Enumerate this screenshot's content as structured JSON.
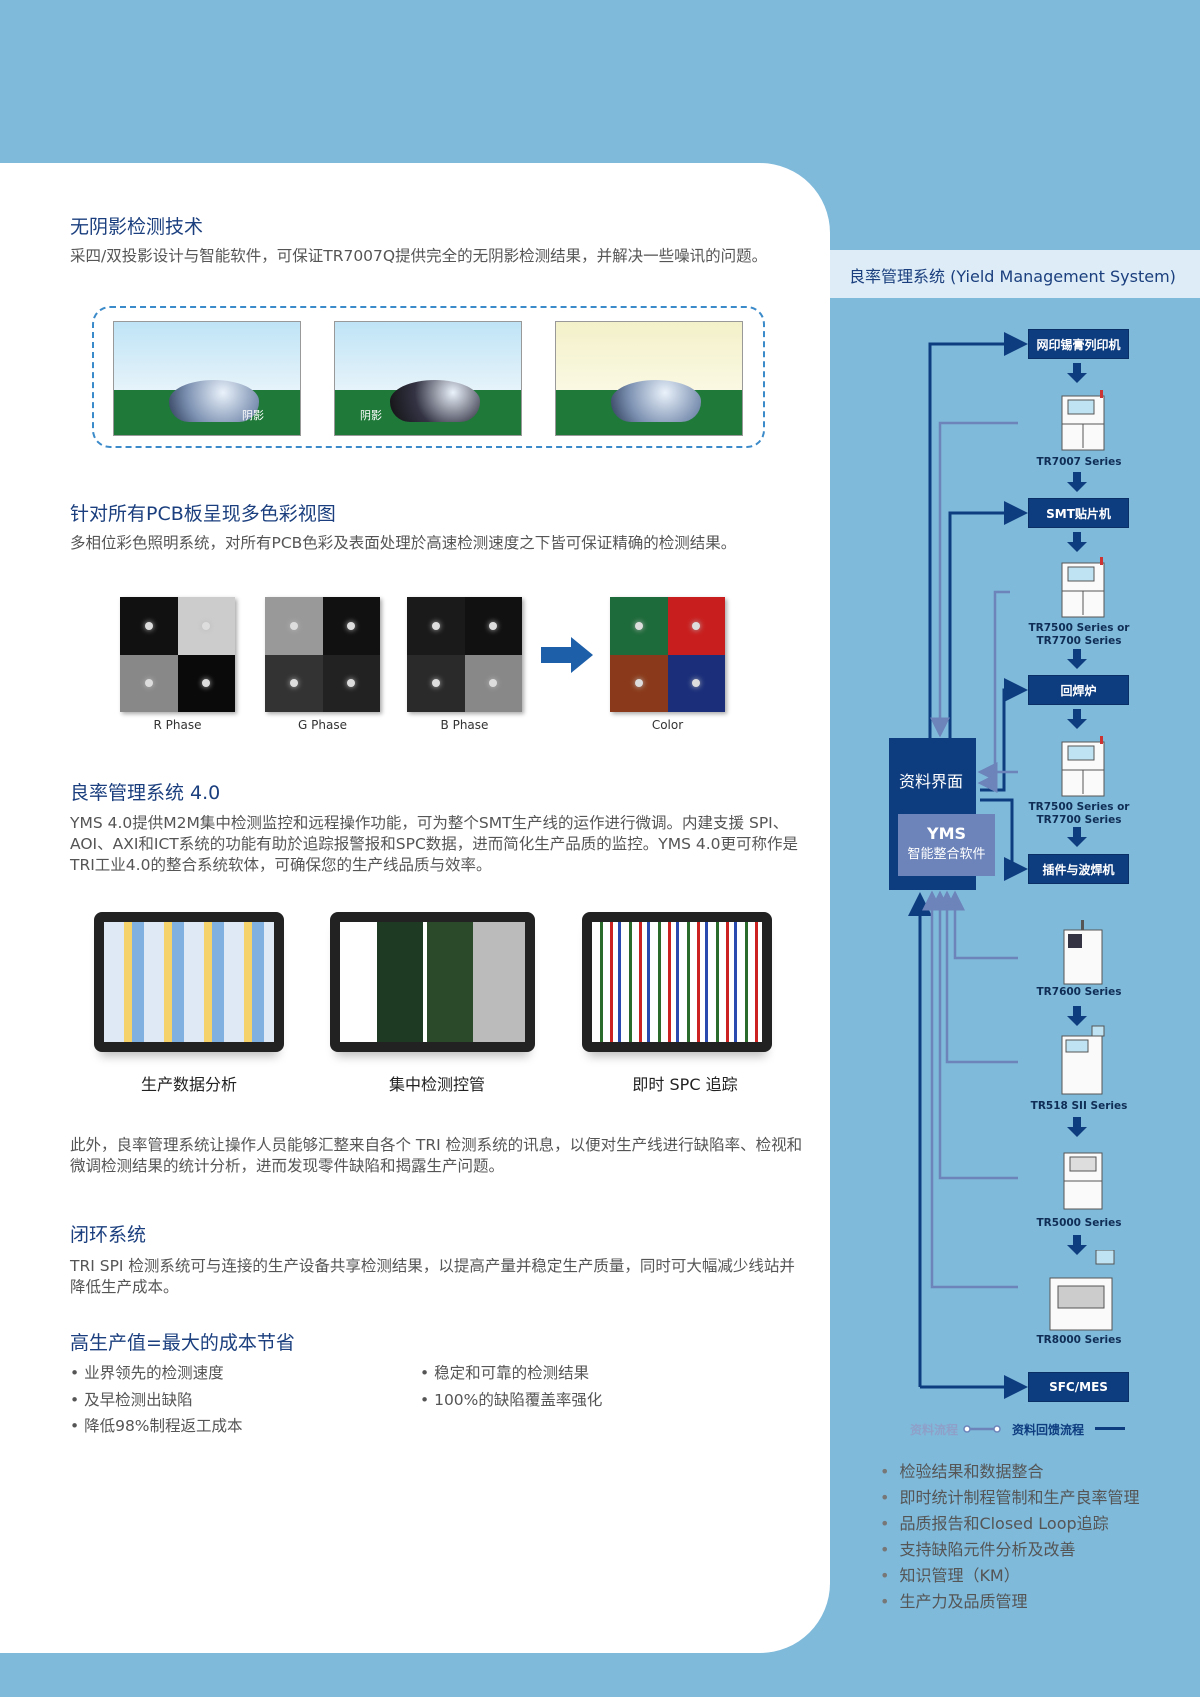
{
  "s1": {
    "title": "无阴影检测技术",
    "body": "采四/双投影设计与智能软件，可保证TR7007Q提供完全的无阴影检测结果，并解决一些噪讯的问题。",
    "shadow_label": "阴影"
  },
  "s2": {
    "title": "针对所有PCB板呈现多色彩视图",
    "body": "多相位彩色照明系统，对所有PCB色彩及表面处理於高速检测速度之下皆可保证精确的检测结果。",
    "phases": [
      "R Phase",
      "G Phase",
      "B Phase",
      "Color"
    ]
  },
  "s3": {
    "title": "良率管理系统 4.0",
    "body": "YMS 4.0提供M2M集中检测监控和远程操作功能，可为整个SMT生产线的运作进行微调。内建支援 SPI、AOI、AXI和ICT系统的功能有助於追踪报警报和SPC数据，进而简化生产品质的监控。YMS 4.0更可称作是TRI工业4.0的整合系统软体，可确保您的生产线品质与效率。",
    "screens": [
      "生产数据分析",
      "集中检测控管",
      "即时 SPC 追踪"
    ],
    "body2": "此外，良率管理系统让操作人员能够汇整来自各个 TRI 检测系统的讯息，以便对生产线进行缺陷率、检视和微调检测结果的统计分析，进而发现零件缺陷和揭露生产问题。"
  },
  "s4": {
    "title": "闭环系统",
    "body": "TRI SPI 检测系统可与连接的生产设备共享检测结果，以提高产量并稳定生产质量，同时可大幅减少线站并降低生产成本。"
  },
  "s5": {
    "title": "高生产值=最大的成本节省",
    "bullets": [
      "业界领先的检测速度",
      "及早检测出缺陷",
      "降低98%制程返工成本",
      "稳定和可靠的检测结果",
      "100%的缺陷覆盖率强化"
    ]
  },
  "yms": {
    "title": "良率管理系统 (Yield Management System)",
    "nodes": [
      "网印锡膏列印机",
      "SMT贴片机",
      "回焊炉",
      "插件与波焊机",
      "SFC/MES"
    ],
    "machines": [
      "TR7007 Series",
      "TR7500 Series or TR7700 Series",
      "TR7500 Series or TR7700 Series",
      "TR7600 Series",
      "TR518 SII Series",
      "TR5000 Series",
      "TR8000 Series"
    ],
    "hub": "资料界面",
    "software_name": "YMS",
    "software_desc": "智能整合软件",
    "legend_flow": "资料流程",
    "legend_feedback": "资料回馈流程",
    "features": [
      "检验结果和数据整合",
      "即时统计制程管制和生产良率管理",
      "品质报告和Closed Loop追踪",
      "支持缺陷元件分析及改善",
      "知识管理（KM）",
      "生产力及品质管理"
    ]
  }
}
